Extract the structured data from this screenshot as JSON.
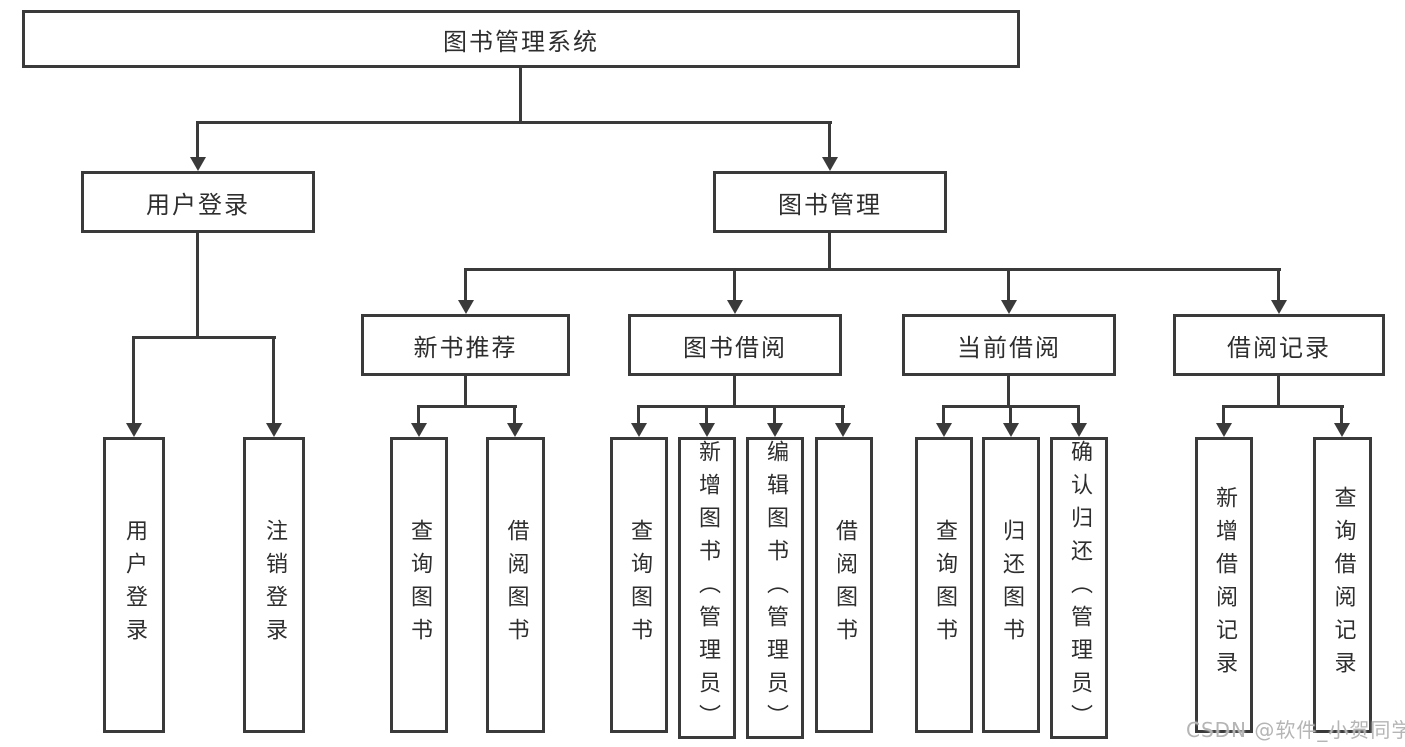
{
  "tree": {
    "root": "图书管理系统",
    "level2": [
      "用户登录",
      "图书管理"
    ],
    "level3": [
      "新书推荐",
      "图书借阅",
      "当前借阅",
      "借阅记录"
    ],
    "leaves": {
      "user": [
        "用户登录",
        "注销登录"
      ],
      "recommend": [
        "查询图书",
        "借阅图书"
      ],
      "borrow": [
        "查询图书",
        "新增图书（管理员）",
        "编辑图书（管理员）",
        "借阅图书"
      ],
      "current": [
        "查询图书",
        "归还图书",
        "确认归还（管理员）"
      ],
      "record": [
        "新增借阅记录",
        "查询借阅记录"
      ]
    }
  },
  "watermark": "CSDN @软件_小贺同学",
  "colors": {
    "line": "#3a3a3a",
    "text": "#2e2e2e",
    "watermark": "#b5b5b5",
    "background": "#ffffff"
  }
}
